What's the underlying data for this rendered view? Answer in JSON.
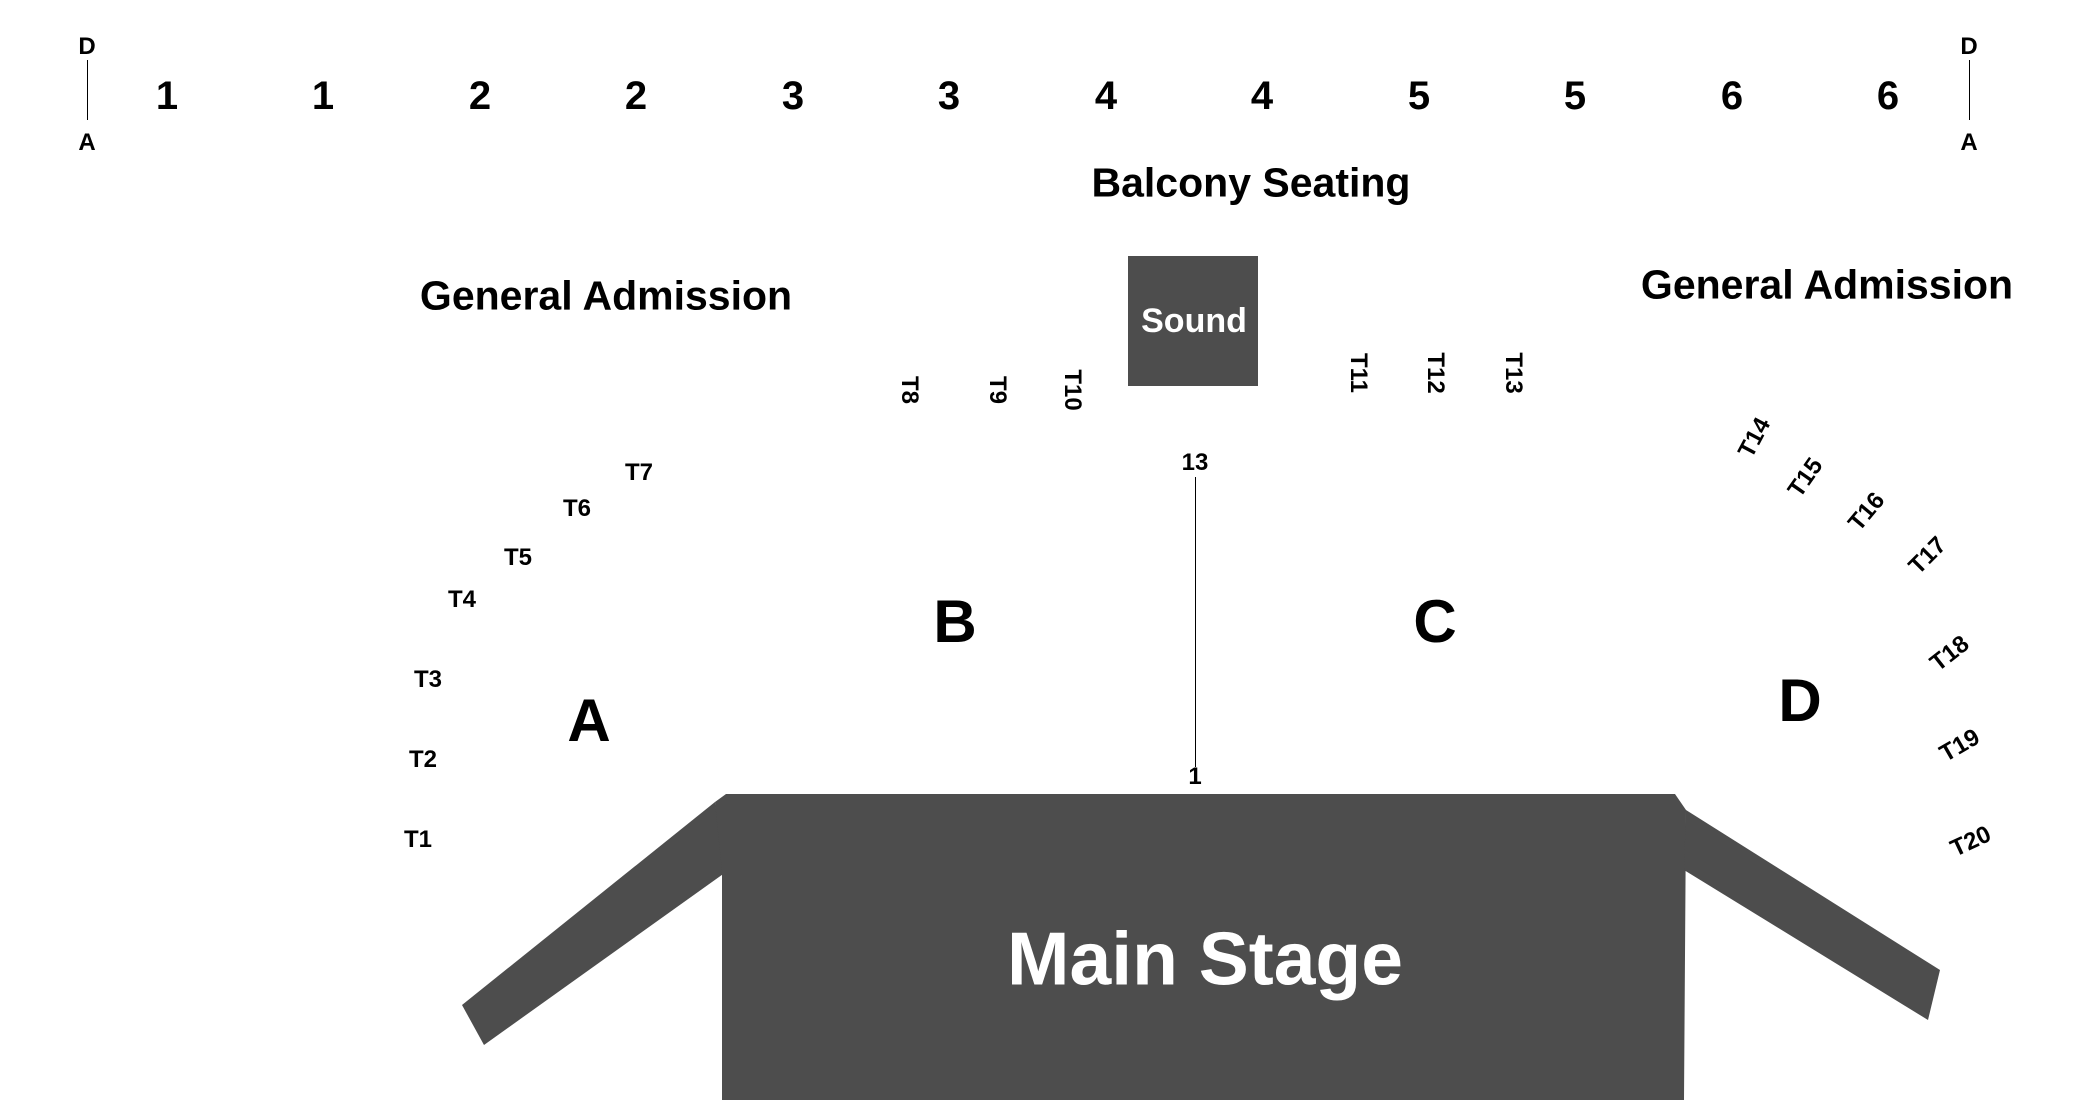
{
  "colors": {
    "background": "#ffffff",
    "structure": "#4d4d4d",
    "text": "#000000",
    "text_on_structure": "#ffffff"
  },
  "balcony": {
    "heading": "Balcony Seating",
    "column_numbers": [
      "1",
      "1",
      "2",
      "2",
      "3",
      "3",
      "4",
      "4",
      "5",
      "5",
      "6",
      "6"
    ],
    "left_end": {
      "top": "D",
      "bottom": "A"
    },
    "right_end": {
      "top": "D",
      "bottom": "A"
    }
  },
  "general_admission": {
    "left_label": "General Admission",
    "right_label": "General Admission"
  },
  "sound": {
    "label": "Sound"
  },
  "stage": {
    "label": "Main Stage"
  },
  "sections": {
    "a": "A",
    "b": "B",
    "c": "C",
    "d": "D"
  },
  "center_aisle": {
    "top_label": "13",
    "bottom_label": "1"
  },
  "tables": [
    "T1",
    "T2",
    "T3",
    "T4",
    "T5",
    "T6",
    "T7",
    "T8",
    "T9",
    "T10",
    "T11",
    "T12",
    "T13",
    "T14",
    "T15",
    "T16",
    "T17",
    "T18",
    "T19",
    "T20"
  ]
}
